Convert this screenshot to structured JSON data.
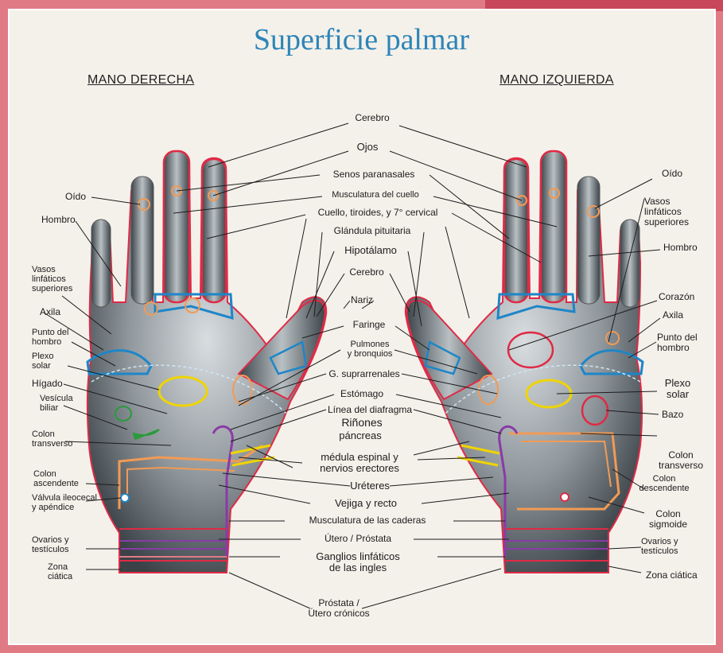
{
  "title": "Superficie palmar",
  "right_hand_heading": "MANO DERECHA",
  "left_hand_heading": "MANO IZQUIERDA",
  "colors": {
    "frame": "#e07b86",
    "title": "#2d84b8",
    "outline_red": "#e02a45",
    "zone_blue": "#1e86c8",
    "zone_yellow": "#f0d400",
    "zone_orange": "#f29a55",
    "zone_purple": "#8a3aa8",
    "zone_green": "#2a9a3a"
  },
  "center_labels": {
    "cerebro_top": "Cerebro",
    "ojos": "Ojos",
    "senos": "Senos paranasales",
    "musculatura_cuello": "Musculatura del cuello",
    "cuello": "Cuello, tiroides, y 7° cervical",
    "pituitaria": "Glándula pituitaria",
    "hipotalamo": "Hipotálamo",
    "cerebro_thumb": "Cerebro",
    "nariz": "Nariz",
    "faringe": "Faringe",
    "pulmones": "Pulmones\ny bronquios",
    "suprarrenales": "G. suprarrenales",
    "estomago": "Estómago",
    "diafragma": "Línea del diafragma",
    "rinones": "Riñones",
    "pancreas": "páncreas",
    "medula": "médula espinal y\nnervios erectores",
    "ureteres": "Uréteres",
    "vejiga": "Vejiga y recto",
    "caderas": "Musculatura de las caderas",
    "utero_prostata": "Útero /  Próstata",
    "ganglios": "Ganglios linfáticos\nde las ingles",
    "prostata_cronicos": "Próstata /\nÚtero crónicos"
  },
  "right_hand_labels": {
    "oido": "Oído",
    "hombro": "Hombro",
    "vasos": "Vasos\nlinfáticos\nsuperiores",
    "axila": "Axila",
    "punto_hombro": "Punto del\nhombro",
    "plexo": "Plexo\nsolar",
    "higado": "Hígado",
    "vesicula": "Vesícula\nbiliar",
    "colon_transverso": "Colon\ntransverso",
    "colon_ascendente": "Colon\nascendente",
    "valvula": "Válvula ileocecal\ny apéndice",
    "ovarios": "Ovarios y\ntestículos",
    "zona_ciatica": "Zona\nciática"
  },
  "left_hand_labels": {
    "oido": "Oído",
    "vasos": "Vasos\nlinfáticos\nsuperiores",
    "hombro": "Hombro",
    "corazon": "Corazón",
    "axila": "Axila",
    "punto_hombro": "Punto del\nhombro",
    "plexo": "Plexo\nsolar",
    "bazo": "Bazo",
    "colon_transverso": "Colon\ntransverso",
    "colon_descendente": "Colon\ndescendente",
    "colon_sigmoide": "Colon\nsigmoide",
    "ovarios": "Ovarios y\ntestículos",
    "zona_ciatica": "Zona ciática"
  }
}
